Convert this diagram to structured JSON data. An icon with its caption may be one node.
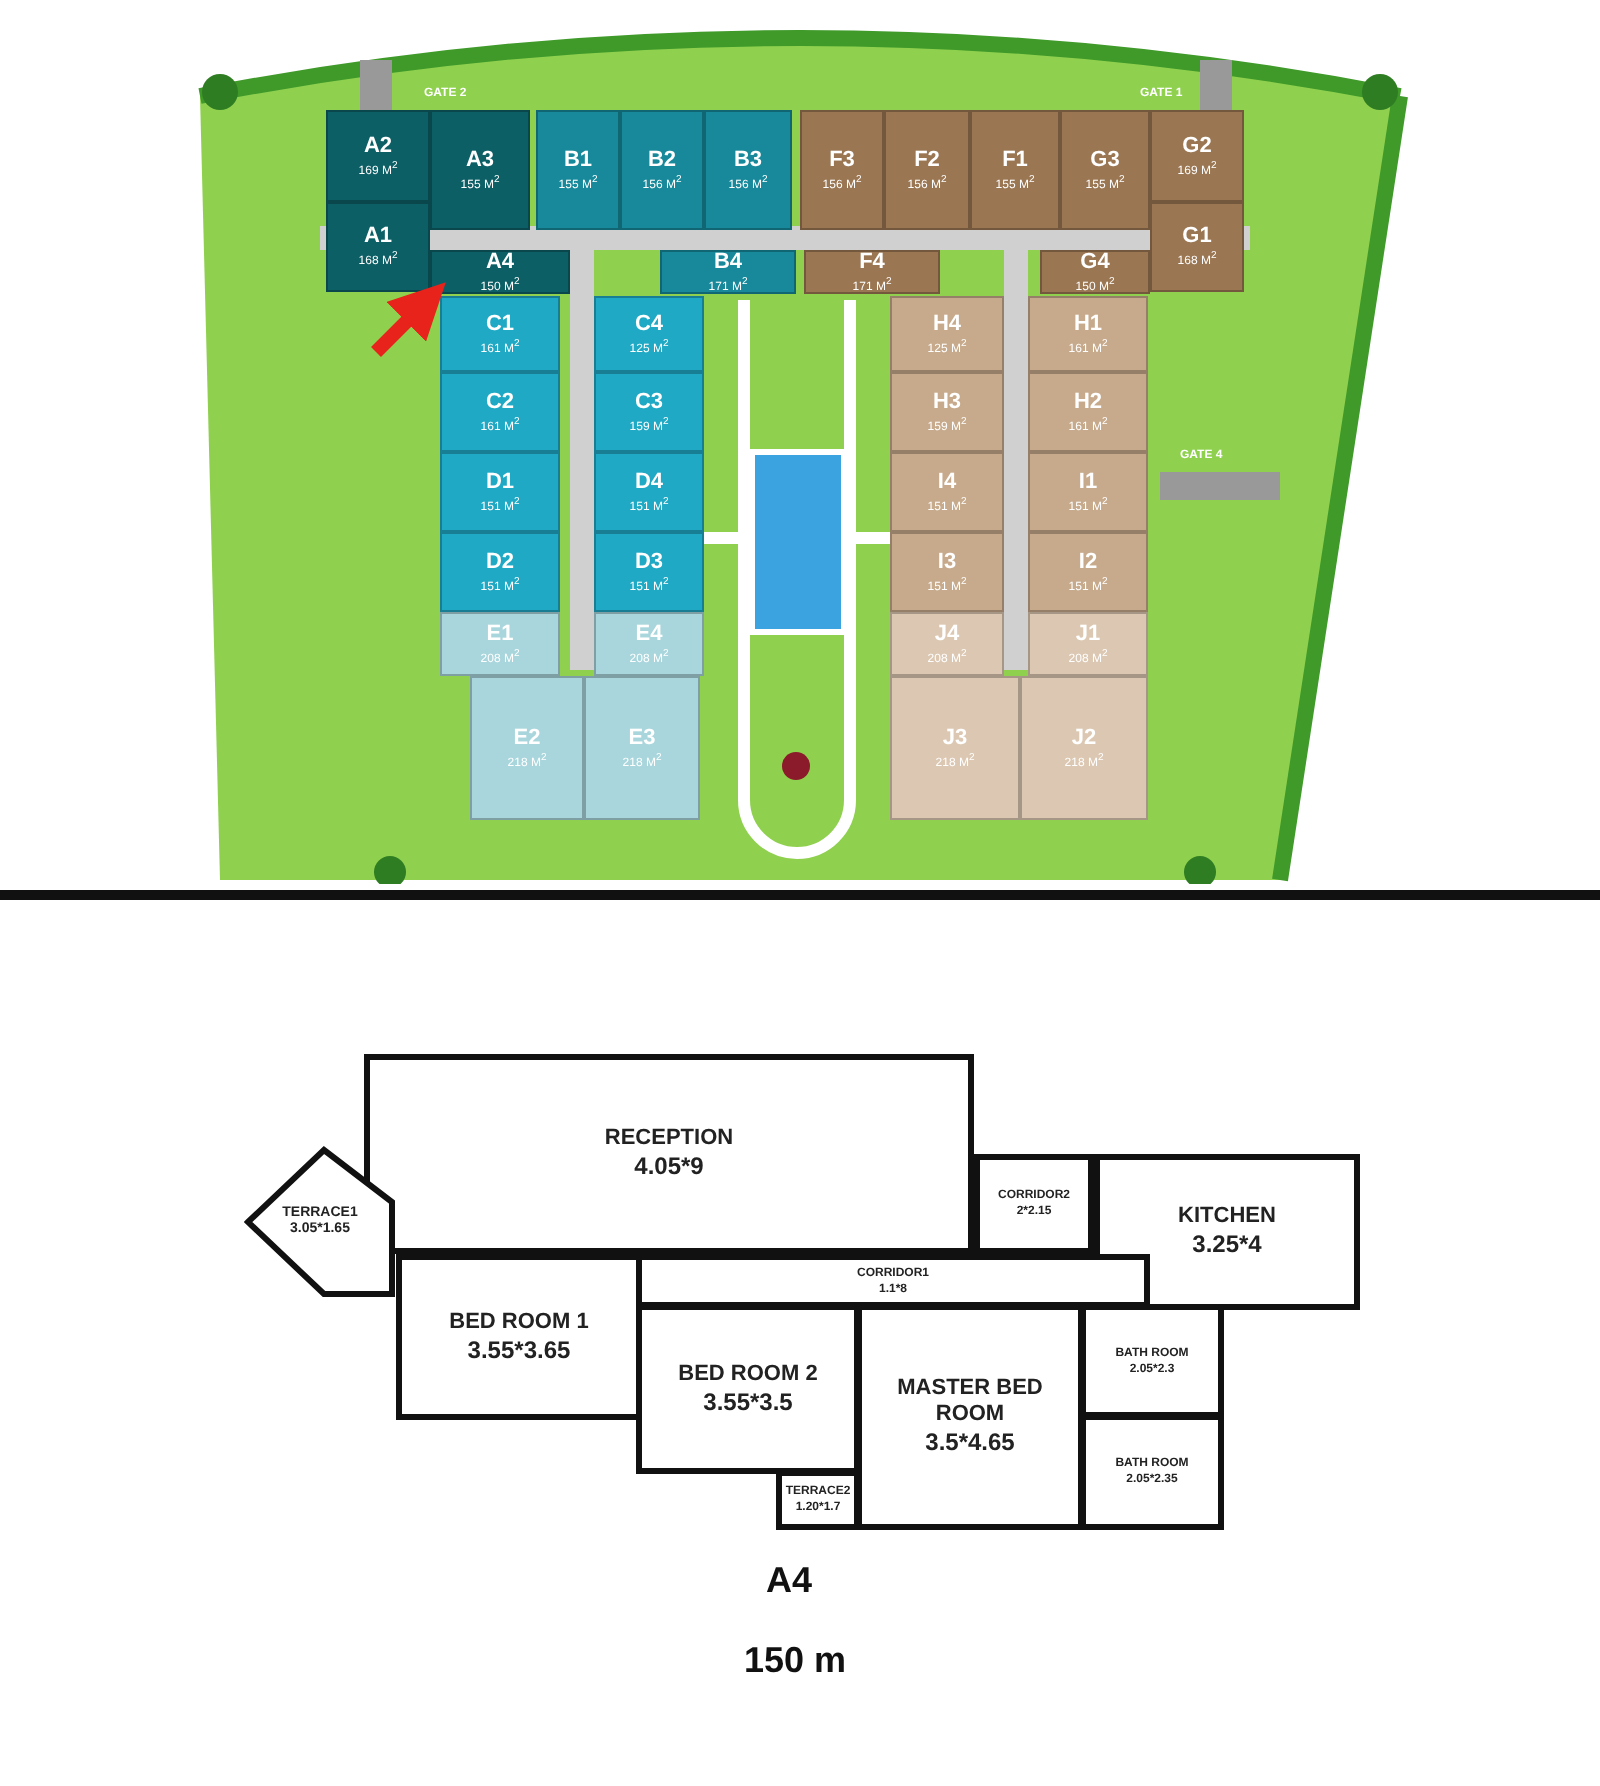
{
  "diagram": {
    "nodes": [
      {
        "text": [
          "A2",
          "169 M$^{2}$"
        ]
      },
      {
        "text": [
          "A3",
          "155 M$^{2}$"
        ]
      },
      {
        "text": [
          "B1",
          "155 M$^{2}$"
        ]
      },
      {
        "text": [
          "B2",
          "156 M$^{2}$"
        ]
      },
      {
        "text": [
          "B3",
          "156 M$^{2}$"
        ]
      },
      {
        "text": [
          "F3",
          "156 M$^{2}$"
        ]
      },
      {
        "text": [
          "F2",
          "156 M$^{2}$"
        ]
      },
      {
        "text": [
          "F1",
          "155 M$^{2}$"
        ]
      },
      {
        "text": [
          "G3",
          "155 M$^{2}$"
        ]
      },
      {
        "text": [
          "G2",
          "169 M$^{2}$"
        ]
      },
      {
        "text": [
          "A1",
          "168 M$^{2}$"
        ]
      },
      {
        "text": [
          "A4",
          "150 M$^{2}$"
        ]
      },
      {
        "text": [
          "B4",
          "171 M$^{2}$"
        ]
      },
      {
        "text": [
          "F4",
          "171 M$^{2}$"
        ]
      },
      {
        "text": [
          "G4",
          "150 M$^{2}$"
        ]
      },
      {
        "text": [
          "G1",
          "168 M$^{2}$"
        ]
      },
      {
        "text": [
          "C1",
          "161 M$^{2}$"
        ]
      },
      {
        "text": [
          "C4",
          "125 M$^{2}$"
        ]
      },
      {
        "text": [
          "H4",
          "125 M$^{2}$"
        ]
      },
      {
        "text": [
          "H1",
          "161 M$^{2}$"
        ]
      },
      {
        "text": [
          "C2",
          "161 M$^{2}$"
        ]
      },
      {
        "text": [
          "C3",
          "159 M$^{2}$"
        ]
      },
      {
        "text": [
          "H3",
          "159 M$^{2}$"
        ]
      },
      {
        "text": [
          "H2",
          "161 M$^{2}$"
        ]
      },
      {
        "text": [
          "D1",
          "151 M$^{2}$"
        ]
      },
      {
        "text": [
          "D4",
          "151 M$^{2}$"
        ]
      },
      {
        "text": [
          "I4",
          "151 M$^{2}$"
        ]
      },
      {
        "text": [
          "I1",
          "151 M$^{2}$"
        ]
      },
      {
        "text": [
          "D2",
          "151 M$^{2}$"
        ]
      },
      {
        "text": [
          "D3",
          "151 M$^{2}$"
        ]
      },
      {
        "text": [
          "I3",
          "151 M$^{2}$"
        ]
      },
      {
        "text": [
          "I2",
          "151 M$^{2}$"
        ]
      },
      {
        "text": [
          "E1",
          "208 M$^{2}$"
        ]
      },
      {
        "text": [
          "E4",
          "208 M$^{2}$"
        ]
      },
      {
        "text": [
          "J4",
          "208 M$^{2}$"
        ]
      },
      {
        "text": [
          "J1",
          "208 M$^{2}$"
        ]
      },
      {
        "text": [
          "E2",
          "218 M$^{2}$"
        ]
      },
      {
        "text": [
          "E3",
          "218 M$^{2}$"
        ]
      },
      {
        "text": [
          "J3",
          "218 M$^{2}$"
        ]
      },
      {
        "text": [
          "J2",
          "218 M$^{2}$"
        ]
      },
      {
        "text": [
          "RECEPTION",
          "4.05*9"
        ]
      },
      {
        "text": [
          "TERRACE1",
          "3.05*1.65"
        ]
      },
      {
        "text": [
          "CORRIDOR2",
          "2*2.15"
        ]
      },
      {
        "text": [
          "KITCHEN",
          "3.25*4"
        ]
      },
      {
        "text": [
          "CORRIDOR1",
          "1.1*8"
        ]
      },
      {
        "text": [
          "BED ROOM 1",
          "3.55*3.65"
        ]
      },
      {
        "text": [
          "BED ROOM 2",
          "3.55*3.5"
        ]
      },
      {
        "text": [
          "MASTER BED ROOM",
          "3.5*4.65"
        ]
      },
      {
        "text": [
          "BATH ROOM",
          "2.05*2.3"
        ]
      },
      {
        "text": [
          "BATH ROOM",
          "2.05*2.35"
        ]
      },
      {
        "text": [
          "TERRACE2",
          "1.20*1.7"
        ]
      }
    ],
    "edges": [
      {
        "from": null,
        "to": 11,
        "arrow": "to",
        "color": "#e8231b"
      }
    ],
    "labels": [
      "GATE 2",
      "GATE 1",
      "GATE 4",
      "A4",
      "150 m"
    ]
  }
}
